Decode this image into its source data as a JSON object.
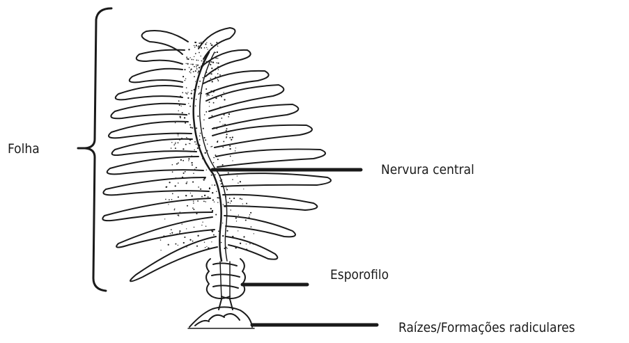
{
  "labels": {
    "leaf": "Folha",
    "midrib": "Nervura central",
    "sporophyll": "Esporofilo",
    "holdfast": "Raízes/Formações radiculares"
  },
  "colors": {
    "ink": "#1a1a1a",
    "background": "#ffffff"
  }
}
